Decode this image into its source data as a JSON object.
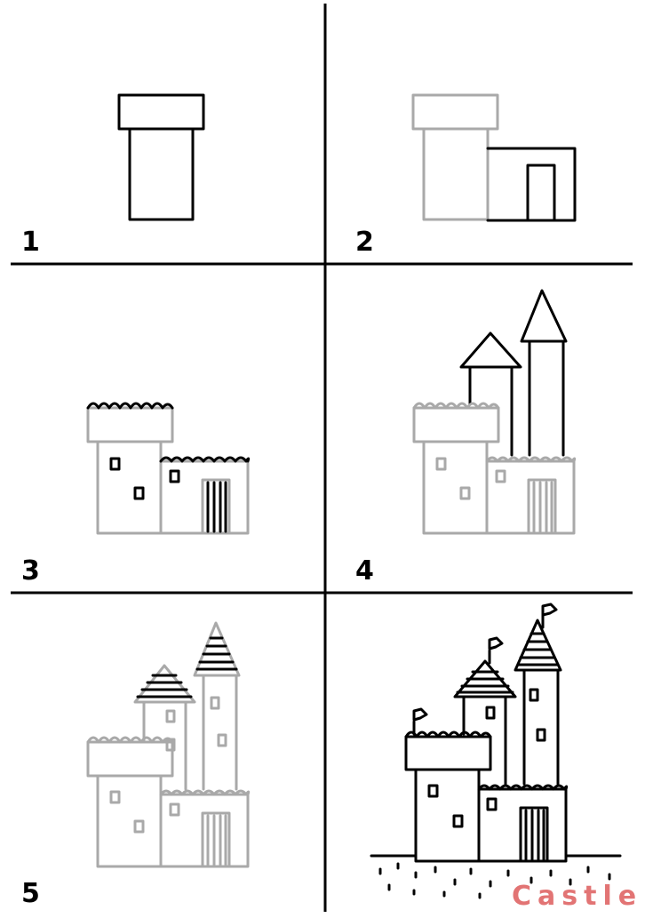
{
  "steps": [
    {
      "number": "1"
    },
    {
      "number": "2"
    },
    {
      "number": "3"
    },
    {
      "number": "4"
    },
    {
      "number": "5"
    },
    {
      "number": ""
    }
  ],
  "title": "Castle",
  "colors": {
    "ink": "#000000",
    "faded": "#a9a9a9",
    "title": "#e27474",
    "background": "#ffffff"
  }
}
